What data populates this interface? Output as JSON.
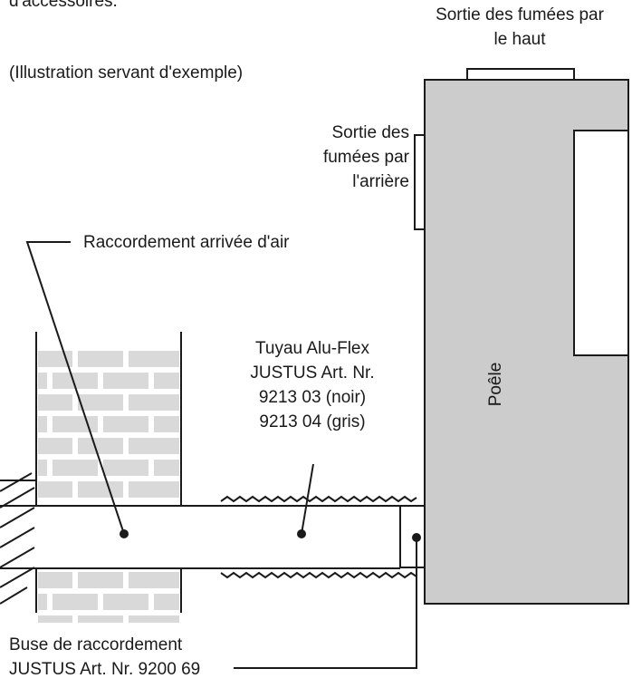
{
  "header_fragment": "d'accessoires.",
  "illustration_note": "(Illustration servant d'exemple)",
  "labels": {
    "top_outlet": [
      "Sortie des fumées par",
      "le haut"
    ],
    "rear_outlet": [
      "Sortie des",
      "fumées par",
      "l'arrière"
    ],
    "air_inlet": "Raccordement arrivée d'air",
    "hose": [
      "Tuyau Alu-Flex",
      "JUSTUS Art. Nr.",
      "9213 03 (noir)",
      "9213 04 (gris)"
    ],
    "stove": "Poêle",
    "nozzle": [
      "Buse de raccordement",
      "JUSTUS Art. Nr. 9200 69"
    ]
  },
  "colors": {
    "stove_fill": "#cccccc",
    "brick_fill": "#d9d9d9",
    "line": "#1a1a1a"
  }
}
